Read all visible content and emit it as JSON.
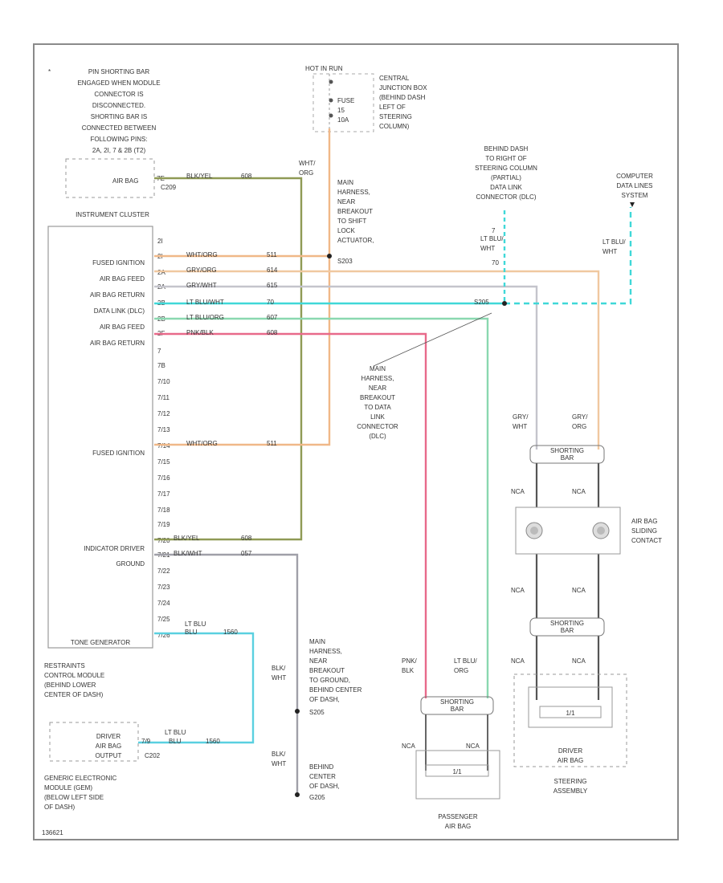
{
  "note": {
    "marker": "*",
    "lines": [
      "PIN SHORTING BAR",
      "ENGAGED WHEN MODULE",
      "CONNECTOR IS",
      "DISCONNECTED.",
      "SHORTING BAR IS",
      "CONNECTED BETWEEN",
      "FOLLOWING PINS:",
      "2A, 2I, 7 & 2B (T2)"
    ]
  },
  "hot_in_run": {
    "label": "HOT IN RUN",
    "fuse": [
      "FUSE",
      "15",
      "10A"
    ],
    "junction": [
      "CENTRAL",
      "JUNCTION BOX",
      "(BEHIND DASH",
      "LEFT OF",
      "STEERING",
      "COLUMN)"
    ]
  },
  "dlc_location": [
    "BEHIND DASH",
    "TO RIGHT OF",
    "STEERING COLUMN",
    "(PARTIAL)",
    "DATA LINK",
    "CONNECTOR (DLC)"
  ],
  "dlc_pin": "7",
  "computer": [
    "COMPUTER",
    "DATA LINES",
    "SYSTEM"
  ],
  "airbag_box": {
    "label": "AIR BAG",
    "conn": "C209"
  },
  "cluster": {
    "title": "INSTRUMENT CLUSTER",
    "pins": [
      "7E",
      "2I",
      "2I",
      "2A",
      "2A",
      "2B",
      "2B",
      "2F",
      "7",
      "7B",
      "7/10",
      "7/11",
      "7/12",
      "7/13",
      "7/14",
      "7/15",
      "7/16",
      "7/17",
      "7/18",
      "7/19",
      "7/20",
      "7/21",
      "7/22",
      "7/23",
      "7/24",
      "7/25",
      "7/26"
    ],
    "labels": {
      "fused1": "FUSED IGNITION",
      "airbag_feed1": "AIR BAG FEED",
      "airbag_return1": "AIR BAG RETURN",
      "data_link": "DATA LINK (DLC)",
      "airbag_feed2": "AIR BAG FEED",
      "airbag_return2": "AIR BAG RETURN",
      "fused2": "FUSED IGNITION",
      "indicator": "INDICATOR DRIVER",
      "ground": "GROUND",
      "tone": "TONE GENERATOR"
    }
  },
  "wires": {
    "w1": {
      "color": "BLK/YEL",
      "circuit": "608"
    },
    "w2": {
      "color": "WHT/ORG",
      "circuit": "511"
    },
    "w3": {
      "color": "GRY/ORG",
      "circuit": "614"
    },
    "w4": {
      "color": "GRY/WHT",
      "circuit": "615"
    },
    "w5": {
      "color": "LT BLU/WHT",
      "circuit": "70"
    },
    "w6": {
      "color": "LT BLU/ORG",
      "circuit": "607"
    },
    "w7": {
      "color": "PNK/BLK",
      "circuit": "608"
    },
    "w8": {
      "color": "WHT/ORG",
      "circuit": "511"
    },
    "w9": {
      "color": "BLK/YEL",
      "circuit": "608"
    },
    "w10": {
      "color": "BLK/WHT",
      "circuit": "057"
    },
    "w11": {
      "color": "BLU",
      "circuit": "1560"
    },
    "w12": {
      "color": "BLU",
      "circuit": "1560"
    }
  },
  "s203_text": "S203",
  "s205_text": "S205",
  "wht_org_label": [
    "WHT/",
    "ORG"
  ],
  "lt_blu_wht": [
    "LT BLU/",
    "WHT"
  ],
  "lt_blu_wht2": [
    "LT BLU/",
    "WHT"
  ],
  "lt_blu_top": "LT BLU",
  "lt_blu_bot": "LT BLU",
  "harness_splice1": [
    "MAIN",
    "HARNESS,",
    "NEAR",
    "BREAKOUT",
    "TO SHIFT",
    "LOCK",
    "ACTUATOR,",
    "S203"
  ],
  "harness_splice2": [
    "MAIN",
    "HARNESS,",
    "NEAR",
    "BREAKOUT",
    "TO DATA",
    "LINK",
    "CONNECTOR",
    "(DLC)"
  ],
  "harness_ground": [
    "MAIN",
    "HARNESS,",
    "NEAR",
    "BREAKOUT",
    "TO GROUND,",
    "BEHIND CENTER",
    "OF DASH,",
    "S205"
  ],
  "ground_loc": [
    "BEHIND",
    "CENTER",
    "OF DASH,",
    "G205"
  ],
  "blk_wht1": [
    "BLK/",
    "WHT"
  ],
  "blk_wht2": [
    "BLK/",
    "WHT"
  ],
  "restraint": [
    "RESTRAINTS",
    "CONTROL MODULE",
    "(BEHIND LOWER",
    "CENTER OF DASH)"
  ],
  "gem": [
    "GENERIC ELECTRONIC",
    "MODULE (GEM)",
    "(BELOW LEFT SIDE",
    "OF DASH)"
  ],
  "driver_airbag_output": [
    "DRIVER",
    "AIR BAG",
    "OUTPUT"
  ],
  "gem_pin": "7/9",
  "gem_conn": "C202",
  "passenger": {
    "label": [
      "PASSENGER",
      "AIR BAG"
    ],
    "pnk_blk": [
      "PNK/",
      "BLK"
    ],
    "lt_blu_org": [
      "LT BLU/",
      "ORG"
    ],
    "shorting_bar": [
      "SHORTING",
      "BAR"
    ],
    "nca_left": "NCA",
    "nca_right": "NCA",
    "inner": [
      "",
      "1/1"
    ]
  },
  "clockspring": {
    "label": [
      "AIR BAG",
      "SLIDING",
      "CONTACT"
    ],
    "gry_wht": [
      "GRY/",
      "WHT"
    ],
    "gry_org": [
      "GRY/",
      "ORG"
    ],
    "nca": [
      "NCA",
      "NCA",
      "NCA",
      "NCA",
      "NCA",
      "NCA"
    ],
    "shorting_bar_top": [
      "SHORTING",
      "BAR"
    ],
    "shorting_bar_bot": [
      "SHORTING",
      "BAR"
    ],
    "driver_airbag": [
      "DRIVER",
      "AIR BAG"
    ],
    "steering": [
      "STEERING",
      "ASSEMBLY"
    ],
    "inner": "1/1"
  },
  "footer_code": "136621",
  "colors": {
    "frame": "#8a8a8a",
    "blk_yel": "#8f9a55",
    "wht_org": "#f0b888",
    "gry_org": "#f0c8a0",
    "gry_wht": "#c4c4cc",
    "lt_blu_wht": "#3fd8d8",
    "lt_blu_org": "#8ad8b0",
    "pnk_blk": "#e86a8a",
    "blk_wht": "#a0a0a8",
    "blu": "#5ad0e0"
  }
}
